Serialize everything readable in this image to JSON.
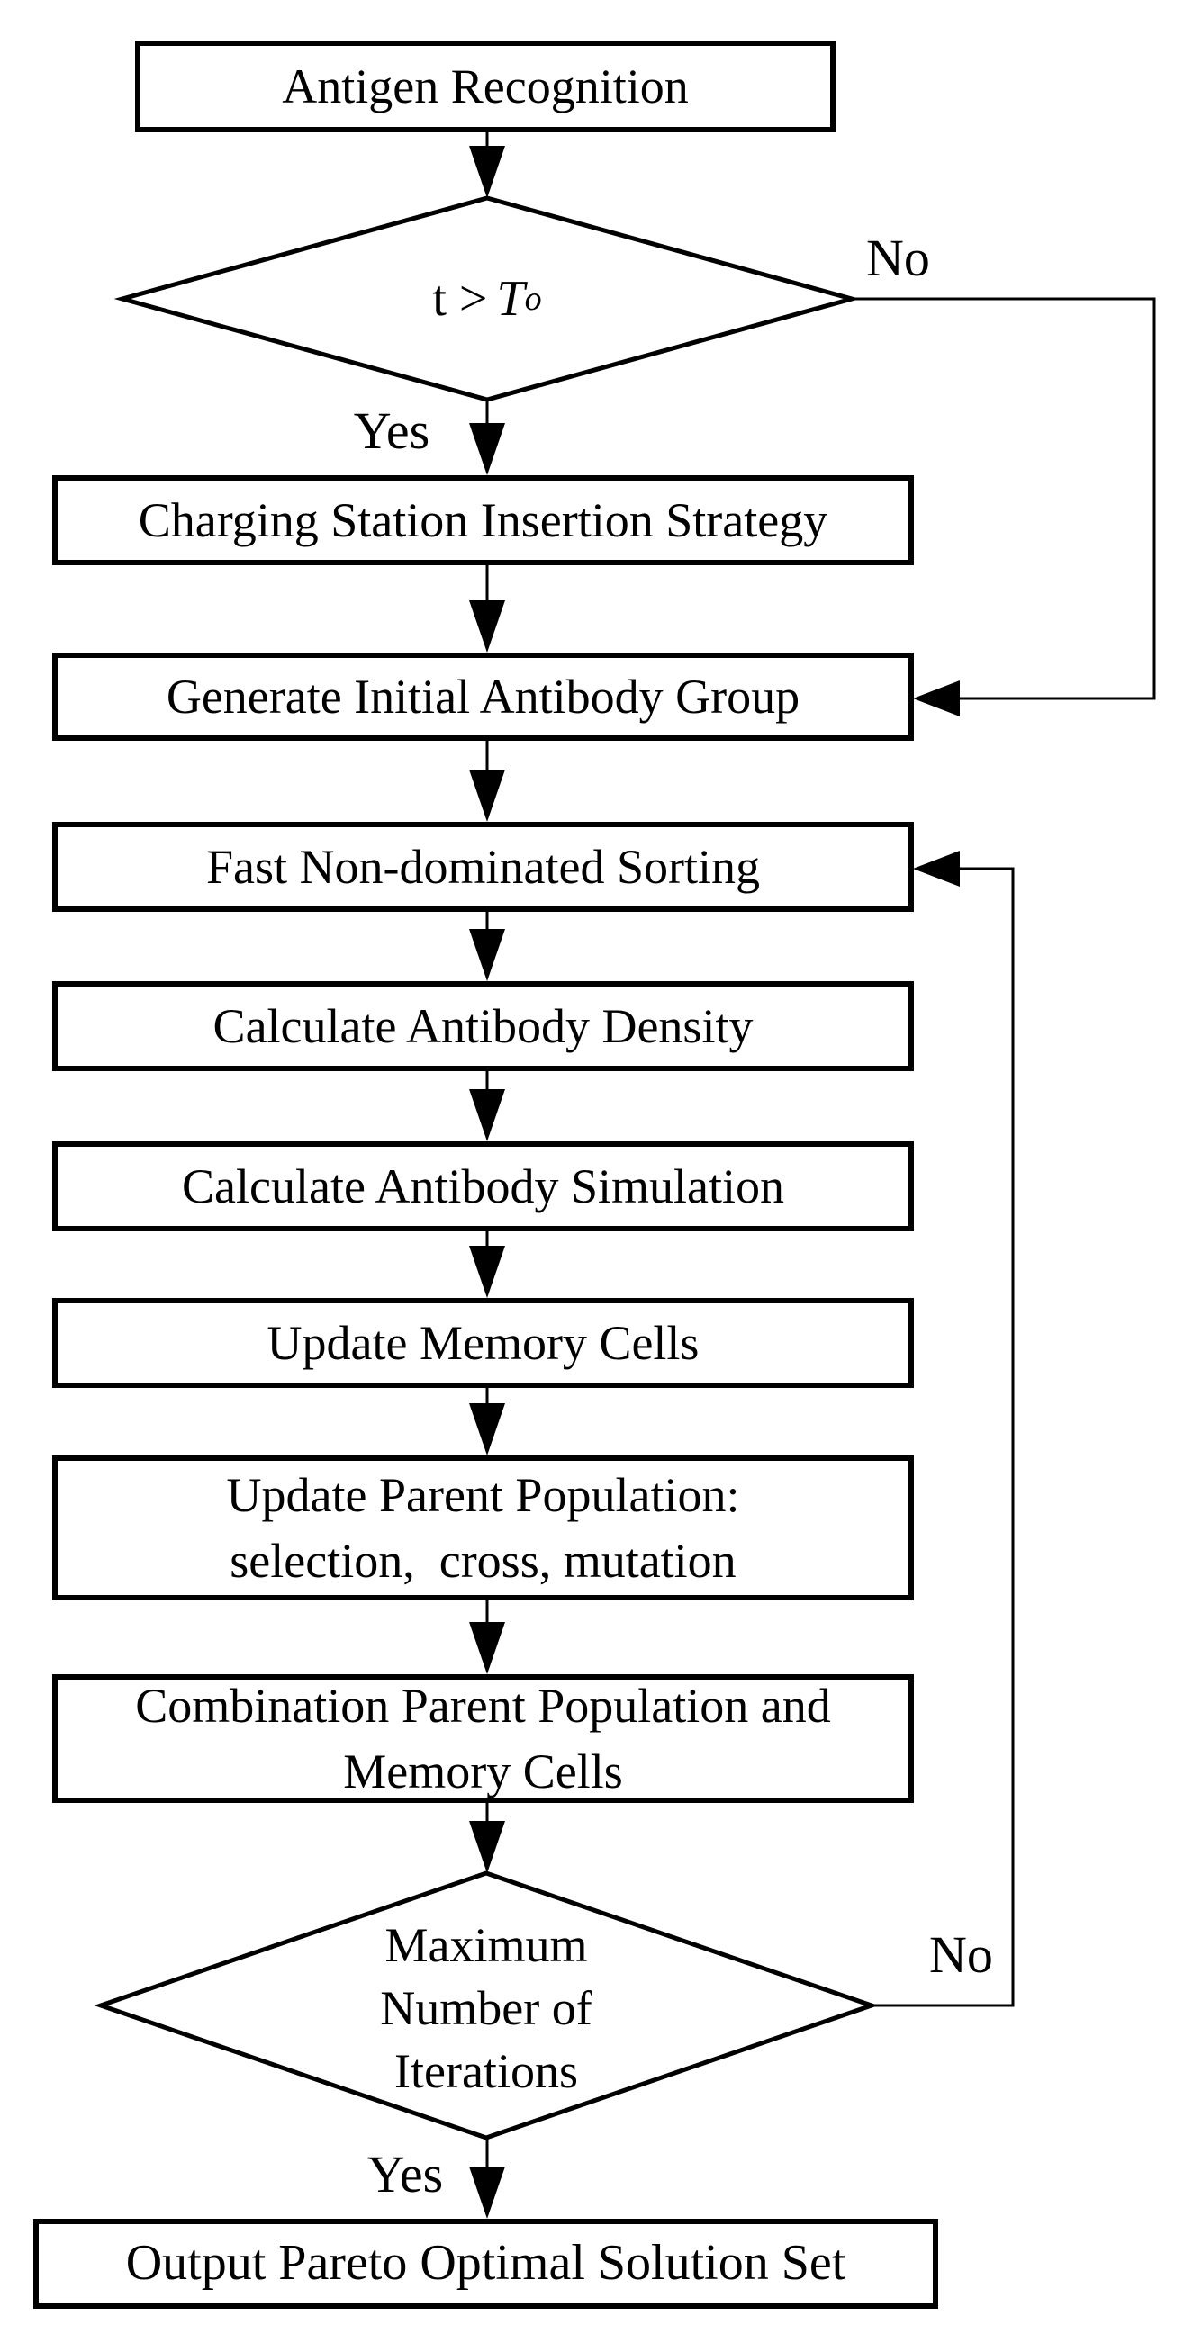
{
  "flowchart": {
    "boxes": [
      {
        "label": "Antigen Recognition"
      },
      {
        "label": "Charging Station Insertion Strategy"
      },
      {
        "label": "Generate Initial Antibody Group"
      },
      {
        "label": "Fast Non-dominated Sorting"
      },
      {
        "label": "Calculate Antibody Density"
      },
      {
        "label": "Calculate Antibody Simulation"
      },
      {
        "label": "Update Memory Cells"
      },
      {
        "label": "Update Parent Population:\nselection,  cross, mutation"
      },
      {
        "label": "Combination Parent Population and\nMemory Cells"
      },
      {
        "label": "Output Pareto Optimal Solution Set"
      }
    ],
    "decisions": [
      {
        "condition_prefix": "t >",
        "condition_symbol": "T",
        "condition_subscript": "o",
        "no_label": "No",
        "yes_label": "Yes"
      },
      {
        "line1": "Maximum",
        "line2": "Number of",
        "line3": "Iterations",
        "no_label": "No",
        "yes_label": "Yes"
      }
    ],
    "style": {
      "stroke_color": "#000000",
      "background": "#ffffff",
      "text_color": "#000000"
    }
  }
}
